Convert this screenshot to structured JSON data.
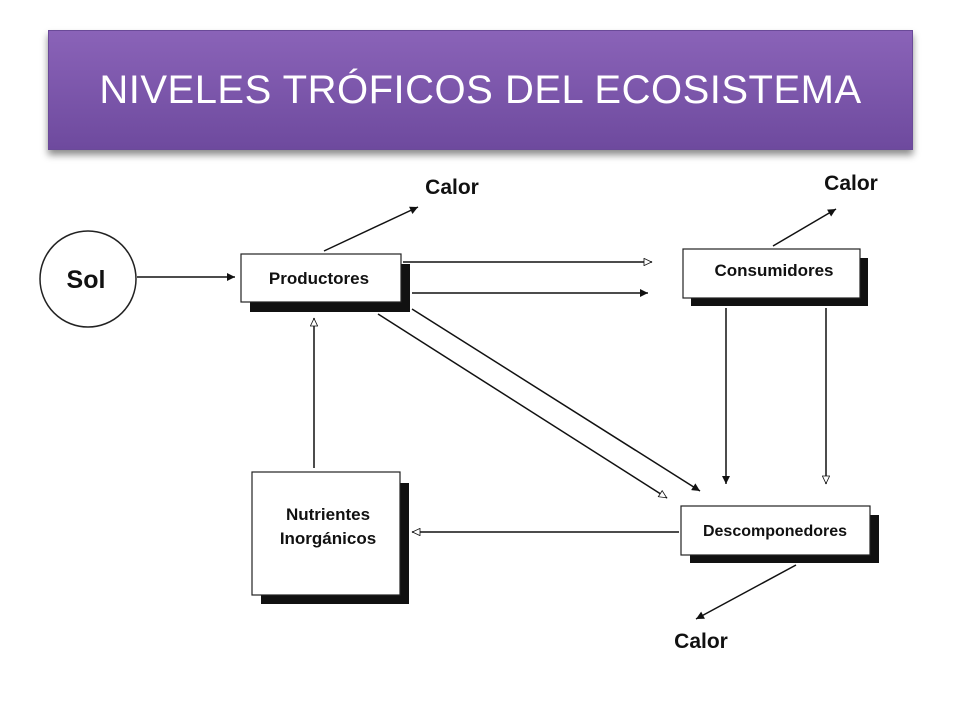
{
  "title": "NIVELES TRÓFICOS DEL ECOSISTEMA",
  "colors": {
    "banner": "#7b56aa",
    "title_text": "#ffffff",
    "ink": "#111111"
  },
  "nodes": {
    "sol": "Sol",
    "productores": "Productores",
    "consumidores": "Consumidores",
    "descomponedores": "Descomponedores",
    "nutrientes_line1": "Nutrientes",
    "nutrientes_line2": "Inorgánicos"
  },
  "heat_labels": {
    "productores": "Calor",
    "consumidores": "Calor",
    "descomponedores": "Calor"
  }
}
